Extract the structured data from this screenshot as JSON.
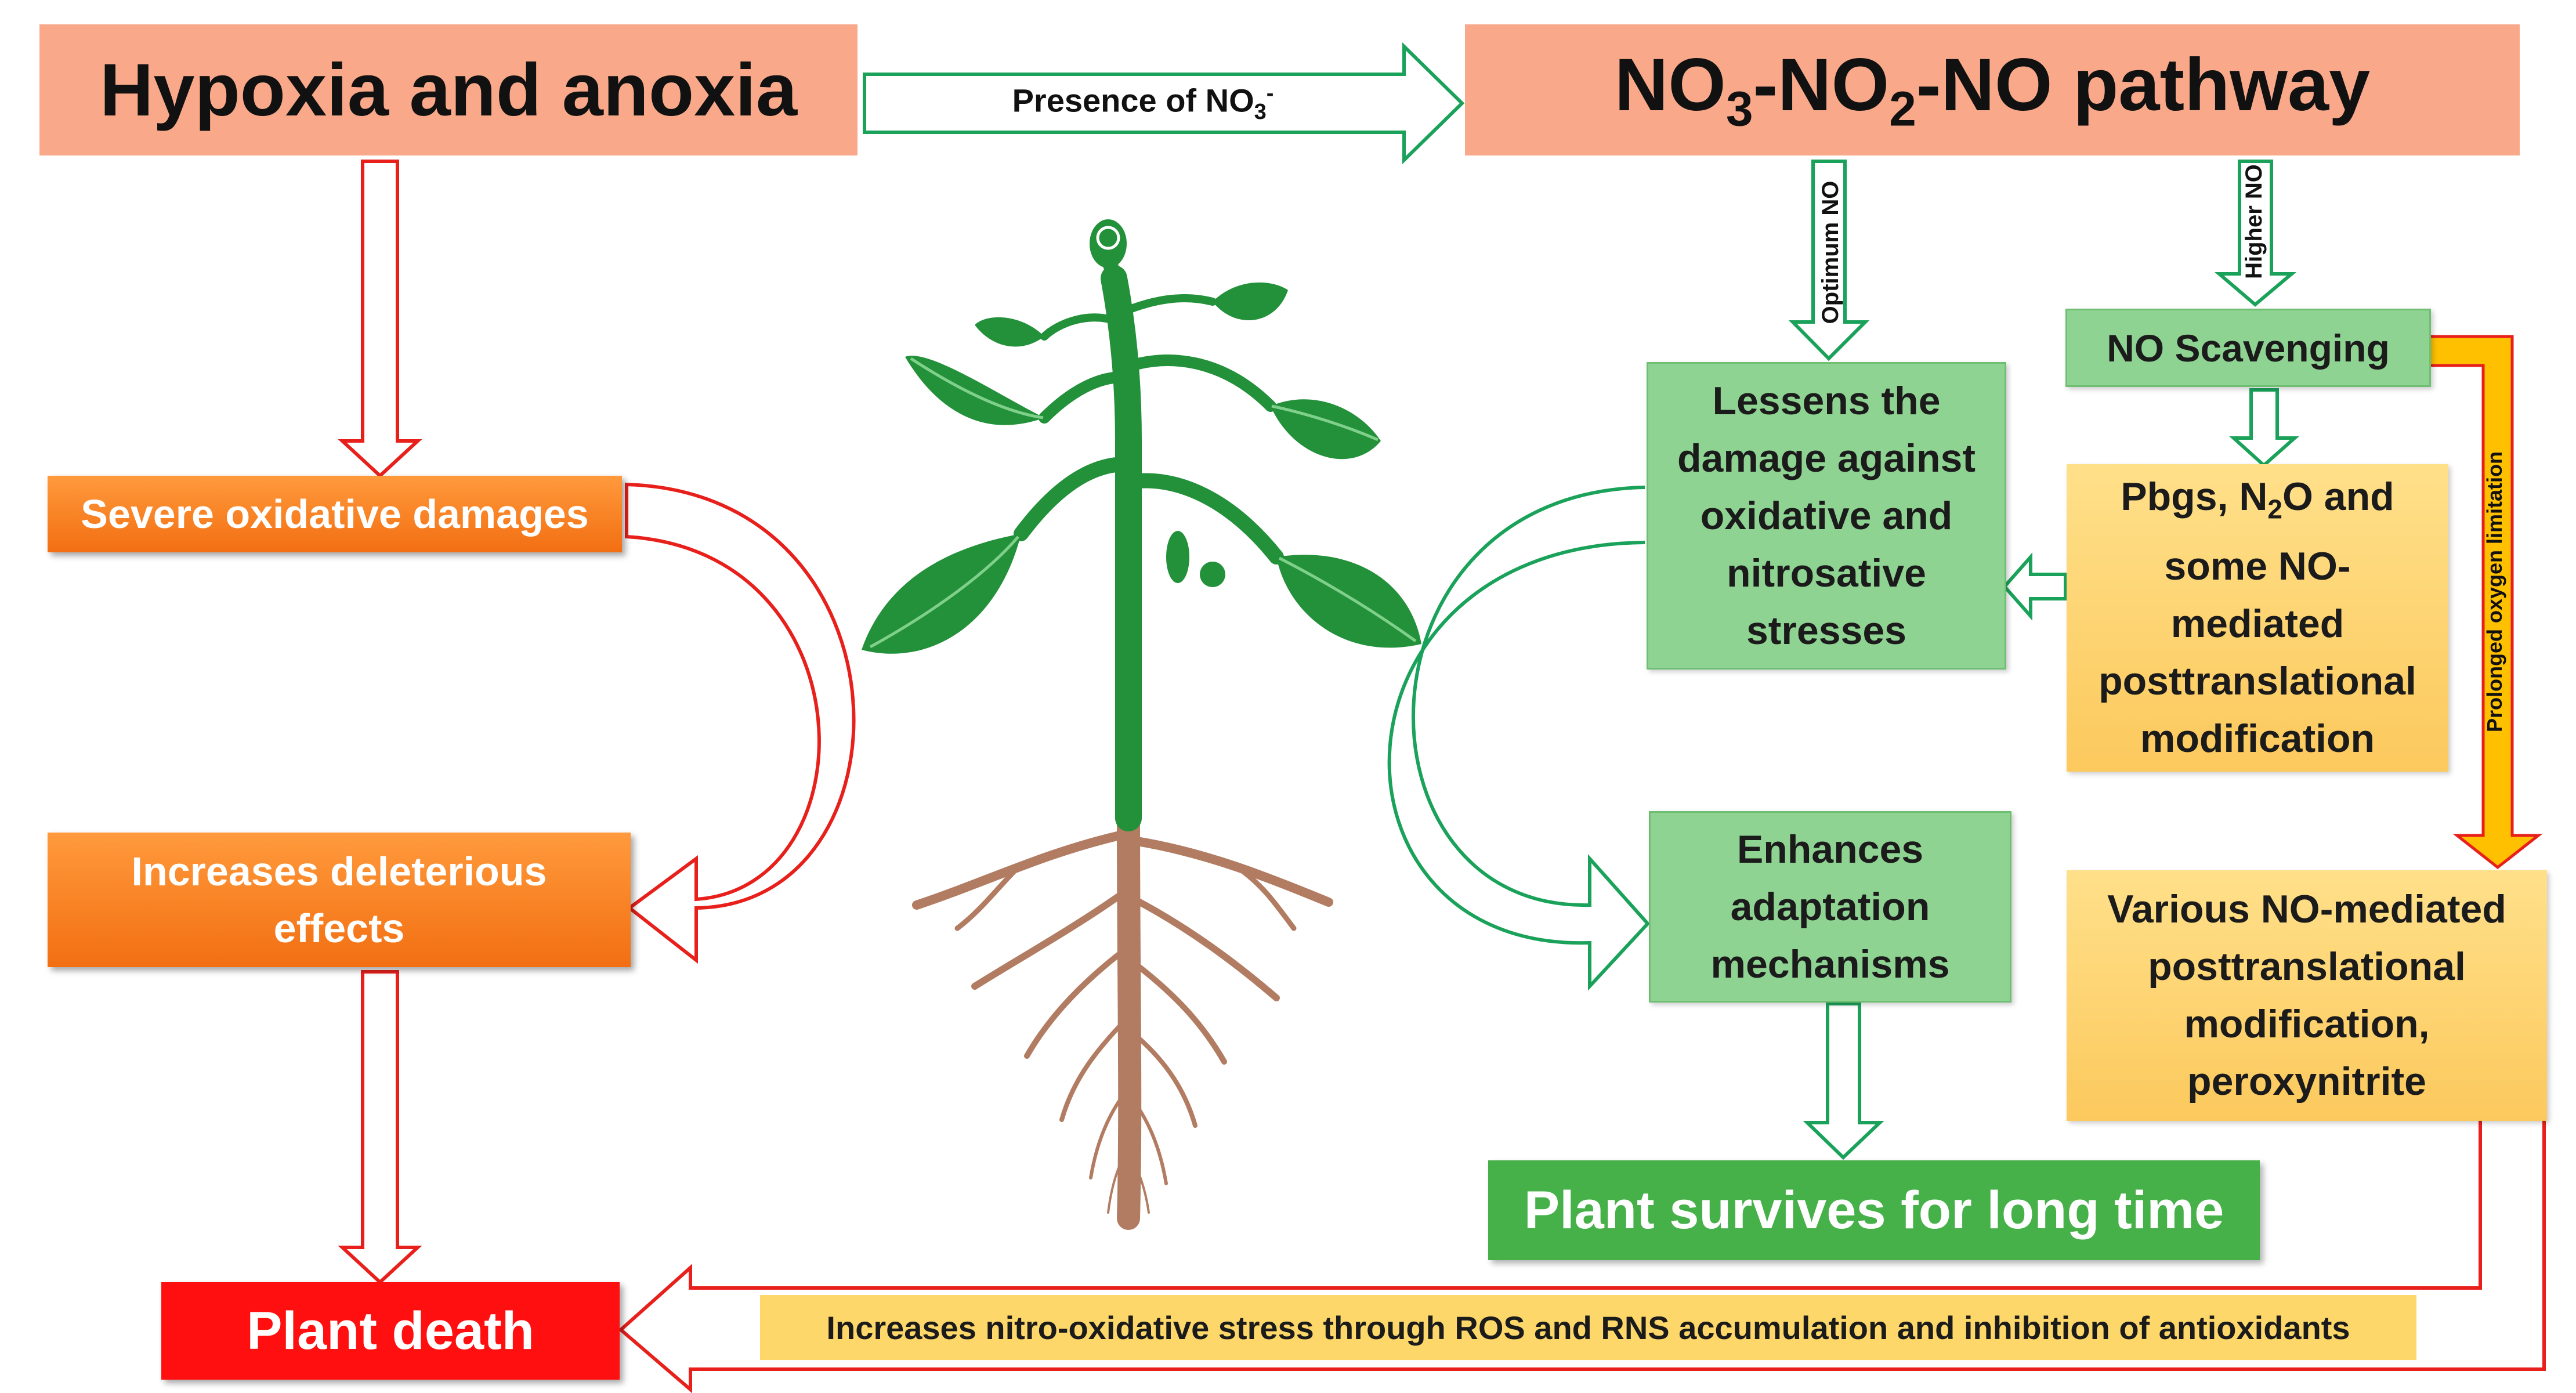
{
  "top": {
    "hypoxia": "Hypoxia and anoxia",
    "presence_prefix": "Presence of NO",
    "presence_sub": "3",
    "presence_sup": "-",
    "pathway": {
      "p1": "NO",
      "s1": "3",
      "p2": "-NO",
      "s2": "2",
      "p3": "-NO pathway"
    }
  },
  "left": {
    "severe": "Severe oxidative damages",
    "increases": [
      "Increases deleterious",
      "effects"
    ],
    "death": "Plant death"
  },
  "right": {
    "optimum_no": "Optimum NO",
    "higher_no": "Higher NO",
    "scavenging": "NO Scavenging",
    "prolonged": "Prolonged oxygen limitation",
    "lessens": [
      "Lessens the",
      "damage against",
      "oxidative and",
      "nitrosative",
      "stresses"
    ],
    "pbgs": {
      "l1": "Pbgs, N",
      "sub": "2",
      "l1b": "O and",
      "l2": "some NO-",
      "l3": "mediated",
      "l4": "posttranslational",
      "l5": "modification"
    },
    "enhances": [
      "Enhances",
      "adaptation",
      "mechanisms"
    ],
    "various": [
      "Various NO-mediated",
      "posttranslational",
      "modification,",
      "peroxynitrite"
    ],
    "survives": "Plant survives for long time"
  },
  "bottom": {
    "nitro": "Increases nitro-oxidative stress through ROS and RNS accumulation and inhibition of antioxidants"
  },
  "colors": {
    "red_arrow": "#e8201c",
    "green_arrow": "#1aa25a",
    "yellow_arrow": "#ffc000",
    "plant_green": "#23903a",
    "root_brown": "#b27c62"
  }
}
